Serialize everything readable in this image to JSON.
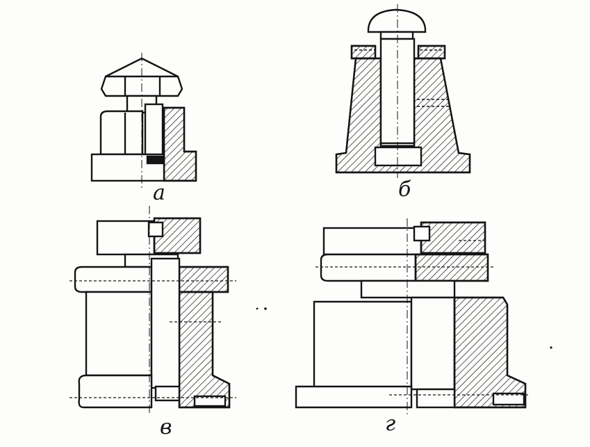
{
  "figure": {
    "labels": {
      "a": "а",
      "b": "б",
      "v": "в",
      "g": "г"
    }
  },
  "colors": {
    "ink": "#141414",
    "paper": "#fdfdfb"
  }
}
